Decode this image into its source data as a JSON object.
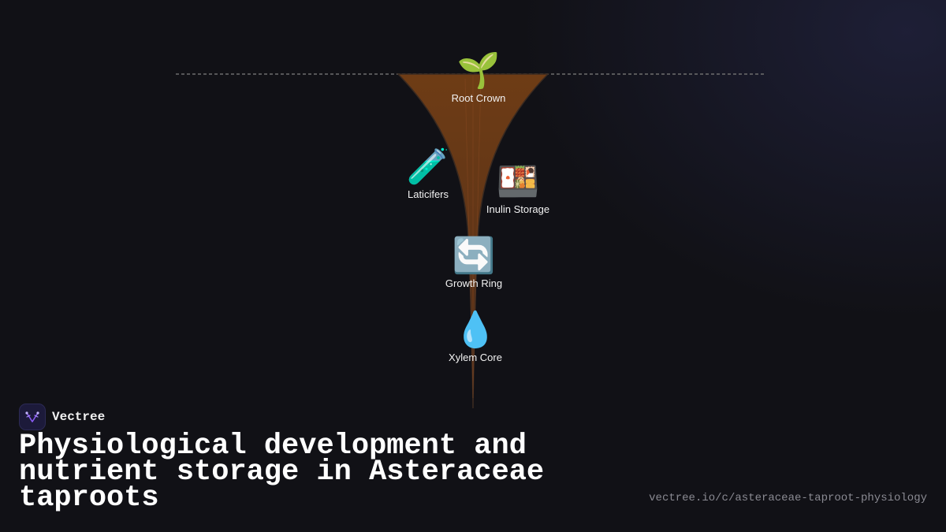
{
  "diagram": {
    "nodes": [
      {
        "id": "root-crown",
        "label": "Root Crown",
        "icon": "seedling-icon",
        "glyph": "🌱"
      },
      {
        "id": "laticifers",
        "label": "Laticifers",
        "icon": "test-tube-icon",
        "glyph": "🧪"
      },
      {
        "id": "inulin-storage",
        "label": "Inulin Storage",
        "icon": "bento-box-icon",
        "glyph": "🍱"
      },
      {
        "id": "growth-ring",
        "label": "Growth Ring",
        "icon": "cycle-arrows-icon",
        "glyph": "🔄"
      },
      {
        "id": "xylem-core",
        "label": "Xylem Core",
        "icon": "droplet-icon",
        "glyph": "💧"
      }
    ],
    "colors": {
      "root_fill": "#6b3a17",
      "root_outline": "#3a2a20",
      "soil_line": "#6e6e6e"
    }
  },
  "brand": {
    "name": "Vectree",
    "logo_icon": "vectree-logo-icon"
  },
  "title": "Physiological development and nutrient storage in Asteraceae taproots",
  "url": "vectree.io/c/asteraceae-taproot-physiology"
}
